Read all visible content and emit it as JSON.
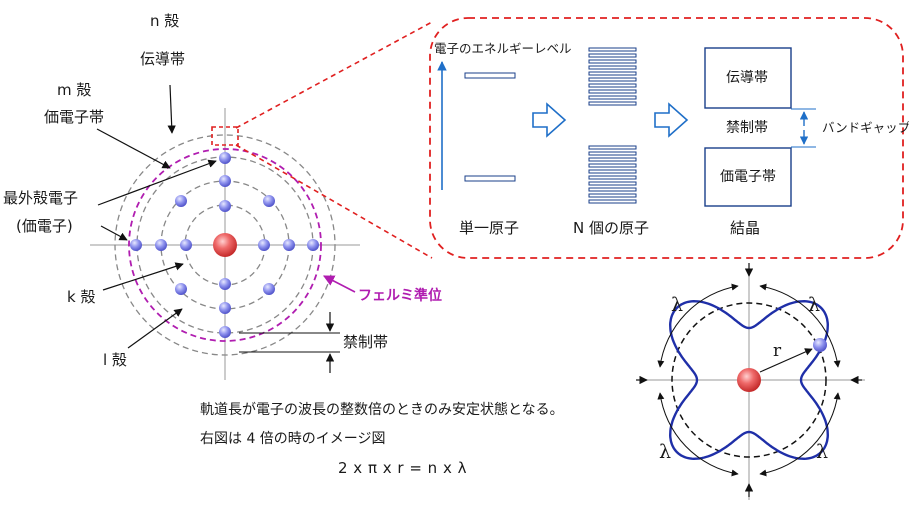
{
  "atom_labels": {
    "n_shell": "n 殻",
    "conduction_band": "伝導帯",
    "m_shell": "m 殻",
    "valence_band": "価電子帯",
    "outermost_electron": "最外殻電子",
    "valence_electron_paren": "(価電子)",
    "k_shell": "k 殻",
    "l_shell": "l 殻",
    "forbidden_band": "禁制帯",
    "fermi_level": "フェルミ準位"
  },
  "band_diagram": {
    "energy_level": "電子のエネルギーレベル",
    "single_atom": "単一原子",
    "n_atoms": "N 個の原子",
    "crystal": "結晶",
    "conduction_band": "伝導帯",
    "forbidden_band": "禁制帯",
    "valence_band": "価電子帯",
    "band_gap": "バンドギャップ"
  },
  "explanation": {
    "line1": "軌道長が電子の波長の整数倍のときのみ安定状態となる。",
    "line2": "右図は 4 倍の時のイメージ図",
    "formula": "2 x π x r = n x λ"
  },
  "orbit_wave": {
    "lambda": "λ",
    "radius": "r",
    "multiple": 4
  },
  "colors": {
    "nucleus": "#e8474a",
    "electron": "#7b7fe6",
    "fermi": "#b01db0",
    "callout_border": "#e02020",
    "wave": "#1f2fa8",
    "arrow_blue": "#1f6fc8"
  }
}
